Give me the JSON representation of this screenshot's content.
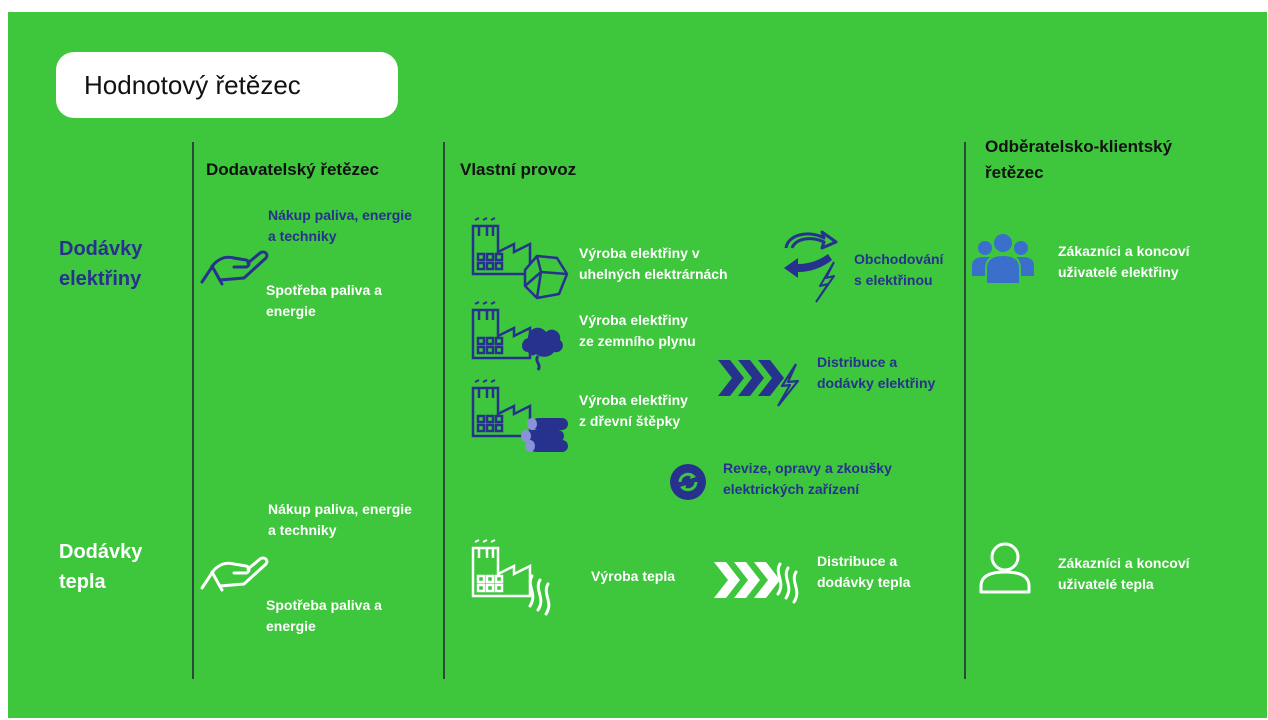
{
  "title": "Hodnotový řetězec",
  "columns": {
    "supply": "Dodavatelský řetězec",
    "operations": "Vlastní provoz",
    "customer": [
      "Odběratelsko-klientský",
      "řetězec"
    ]
  },
  "rows": {
    "electricity": [
      "Dodávky",
      "elektřiny"
    ],
    "heat": [
      "Dodávky",
      "tepla"
    ]
  },
  "electricity": {
    "purchase": [
      "Nákup paliva, energie",
      "a techniky"
    ],
    "consumption": [
      "Spotřeba paliva a",
      "energie"
    ],
    "coal": [
      "Výroba elektřiny v",
      "uhelných elektrárnách"
    ],
    "gas": [
      "Výroba elektřiny",
      "ze zemního plynu"
    ],
    "wood": [
      "Výroba elektřiny",
      "z dřevní štěpky"
    ],
    "trading": [
      "Obchodování",
      "s elektřinou"
    ],
    "distribution": [
      "Distribuce a",
      "dodávky elektřiny"
    ],
    "maintenance": [
      "Revize, opravy a zkoušky",
      "elektrických zařízení"
    ],
    "customers": [
      "Zákazníci a koncoví",
      "uživatelé elektřiny"
    ]
  },
  "heat": {
    "purchase": [
      "Nákup paliva, energie",
      "a techniky"
    ],
    "consumption": [
      "Spotřeba paliva a",
      "energie"
    ],
    "production": "Výroba tepla",
    "distribution": [
      "Distribuce a",
      "dodávky tepla"
    ],
    "customers": [
      "Zákazníci a koncoví",
      "uživatelé tepla"
    ]
  },
  "colors": {
    "background": "#3ec63c",
    "navy": "#27328e",
    "customer_blue": "#3a6fcb",
    "white": "#ffffff"
  },
  "icons": {
    "hand": "hand-icon",
    "factory": "factory-icon",
    "coal": "coal-icon",
    "gas_cloud": "gas-cloud-icon",
    "wood_logs": "wood-logs-icon",
    "trading": "trading-arrows-icon",
    "chevrons": "chevrons-icon",
    "lightning": "lightning-icon",
    "maintenance": "maintenance-icon",
    "customers": "customers-group-icon",
    "user": "user-icon",
    "heat_waves": "heat-waves-icon"
  }
}
